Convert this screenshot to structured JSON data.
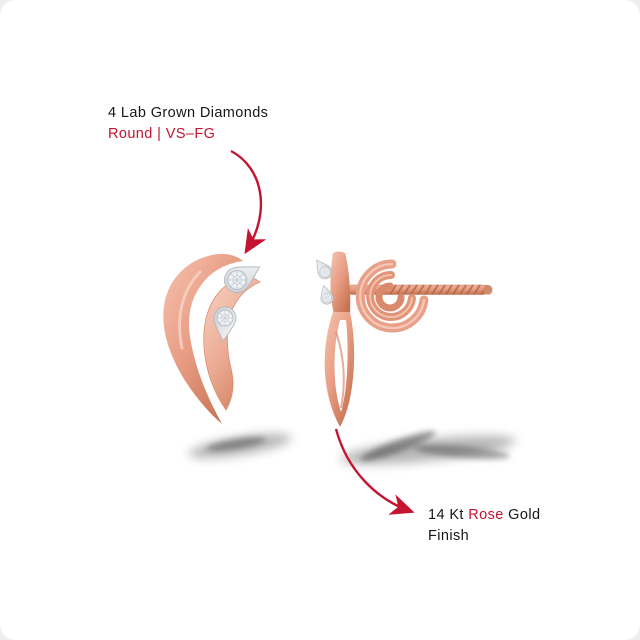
{
  "canvas": {
    "background": "#ffffff",
    "page_background": "#efefef"
  },
  "callouts": {
    "diamonds": {
      "line1": "4 Lab Grown Diamonds",
      "line2": "Round | VS–FG"
    },
    "metal": {
      "part1": "14 Kt ",
      "part2": "Rose",
      "part3": " Gold",
      "line2": "Finish"
    }
  },
  "colors": {
    "accent_red": "#C41432",
    "rose_gold": "#E89C83",
    "rose_gold_dark": "#C4714F",
    "silver_setting": "#CDD0D4",
    "diamond_white": "#FFFFFF",
    "shadow": "#5A5A5A",
    "text": "#161616"
  },
  "illustration": {
    "description": "Pair of rose gold diamond stud earrings: front view with two round lab-grown diamonds in teardrop settings, and side view showing threaded post with screw back"
  }
}
